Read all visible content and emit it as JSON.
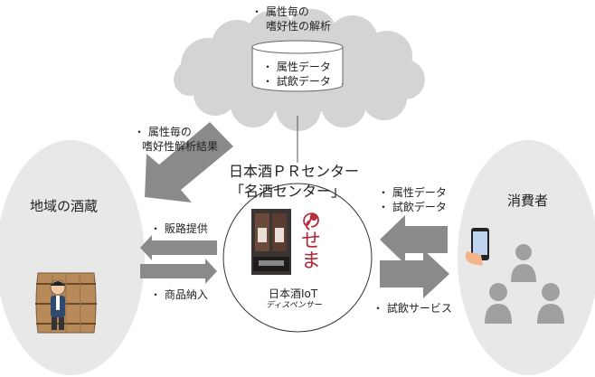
{
  "cloud": {
    "analysis_lines": [
      "・ 属性毎の",
      "嗜好性の解析"
    ],
    "db_lines": [
      "・ 属性データ",
      "・ 試飲データ"
    ]
  },
  "result_lines": [
    "・ 属性毎の",
    "嗜好性解析結果"
  ],
  "center": {
    "title_lines": [
      "日本酒ＰＲセンター",
      "「名酒センター」"
    ],
    "device_lines": [
      "日本酒IoT",
      "ディスペンサー"
    ],
    "logo_text": "のせま"
  },
  "brewery": {
    "label": "地域の酒蔵",
    "sales_label": "・ 販路提供",
    "delivery_label": "・ 商品納入"
  },
  "consumer": {
    "label": "消費者",
    "data_lines": [
      "・ 属性データ",
      "・ 試飲データ"
    ],
    "service_label": "・ 試飲サービス"
  }
}
